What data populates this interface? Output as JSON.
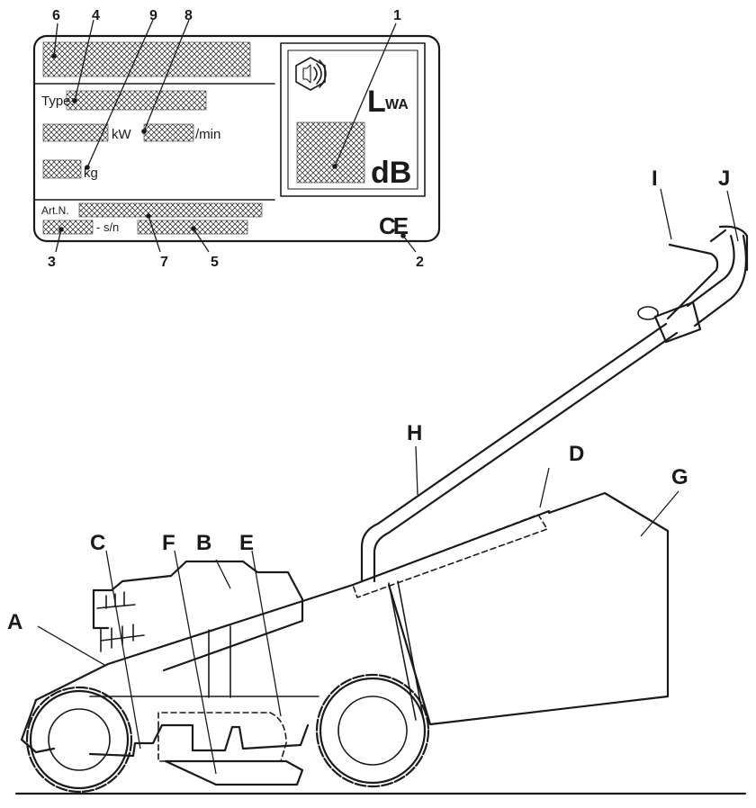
{
  "plate": {
    "type_label": "Type:",
    "kw_label": "kW",
    "rpm_label": "/min",
    "kg_label": "kg",
    "art_label": "Art.N.",
    "sn_label": "- s/n",
    "lwa_l": "L",
    "lwa_sub": "WA",
    "db_label": "dB",
    "ce_mark": "CE"
  },
  "plate_callouts": [
    "1",
    "2",
    "3",
    "4",
    "5",
    "6",
    "7",
    "8",
    "9"
  ],
  "mower_callouts": [
    "A",
    "B",
    "C",
    "D",
    "E",
    "F",
    "G",
    "H",
    "I",
    "J"
  ]
}
